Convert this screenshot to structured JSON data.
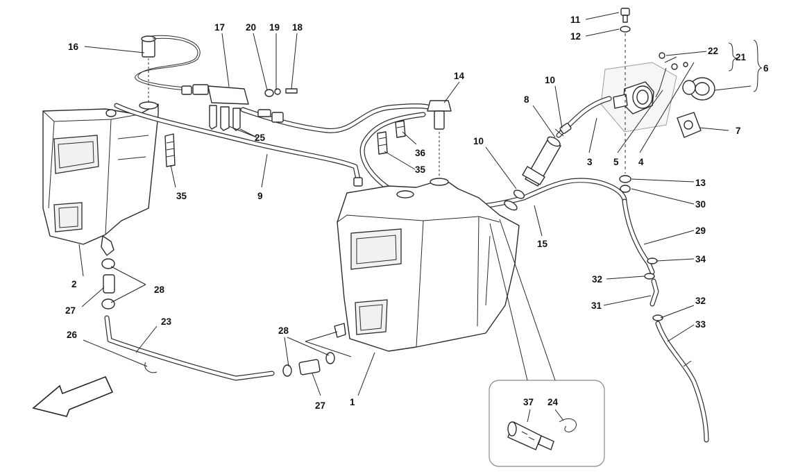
{
  "diagram": {
    "labels": {
      "n1": "1",
      "n2": "2",
      "n3": "3",
      "n4": "4",
      "n5": "5",
      "n6": "6",
      "n7": "7",
      "n8": "8",
      "n9": "9",
      "n10a": "10",
      "n10b": "10",
      "n11": "11",
      "n12": "12",
      "n13": "13",
      "n14": "14",
      "n15": "15",
      "n16": "16",
      "n17": "17",
      "n18": "18",
      "n19": "19",
      "n20": "20",
      "n21": "21",
      "n22": "22",
      "n23": "23",
      "n24": "24",
      "n25": "25",
      "n26": "26",
      "n27a": "27",
      "n27b": "27",
      "n28a": "28",
      "n28b": "28",
      "n29": "29",
      "n30": "30",
      "n31": "31",
      "n32a": "32",
      "n32b": "32",
      "n33": "33",
      "n34": "34",
      "n35a": "35",
      "n35b": "35",
      "n36": "36",
      "n37": "37"
    }
  }
}
